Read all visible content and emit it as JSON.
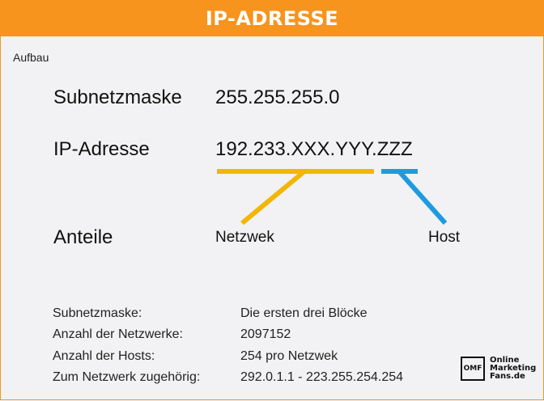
{
  "banner": {
    "title": "IP-ADRESSE"
  },
  "section_label": "Aufbau",
  "rows": {
    "subnetmask": {
      "label": "Subnetzmaske",
      "value": "255.255.255.0"
    },
    "ip": {
      "label": "IP-Adresse",
      "value": "192.233.XXX.YYY.ZZZ"
    },
    "parts": {
      "label": "Anteile",
      "network": "Netzwek",
      "host": "Host"
    }
  },
  "colors": {
    "banner": "#f7941d",
    "network": "#f2b705",
    "host": "#1e9be0"
  },
  "info": [
    {
      "label": "Subnetzmaske:",
      "value": "Die ersten drei Blöcke"
    },
    {
      "label": "Anzahl der Netzwerke:",
      "value": "2097152"
    },
    {
      "label": "Anzahl der Hosts:",
      "value": "254 pro Netzwek"
    },
    {
      "label": "Zum Netzwerk zugehörig:",
      "value": "292.0.1.1 - 223.255.254.254"
    }
  ],
  "logo": {
    "mark": "OMF",
    "lines": [
      "Online",
      "Marketing",
      "Fans.de"
    ]
  }
}
